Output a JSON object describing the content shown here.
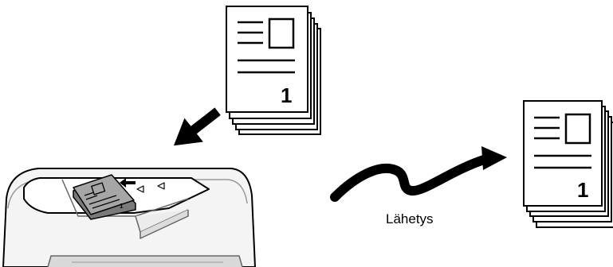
{
  "original_document": {
    "page_number": "1"
  },
  "received_document": {
    "page_number": "1"
  },
  "transmission_label": "Lähetys",
  "colors": {
    "line": "#000000",
    "paper": "#ffffff",
    "machine_light": "#f2f2f2",
    "document_gray": "#a6a6a6",
    "document_dark": "#7a7a7a"
  },
  "icons": {
    "feed_arrow": "thick-arrow-down-left",
    "transmission_arrow": "wave-arrow-right",
    "insert_arrow": "small-arrow-left"
  }
}
